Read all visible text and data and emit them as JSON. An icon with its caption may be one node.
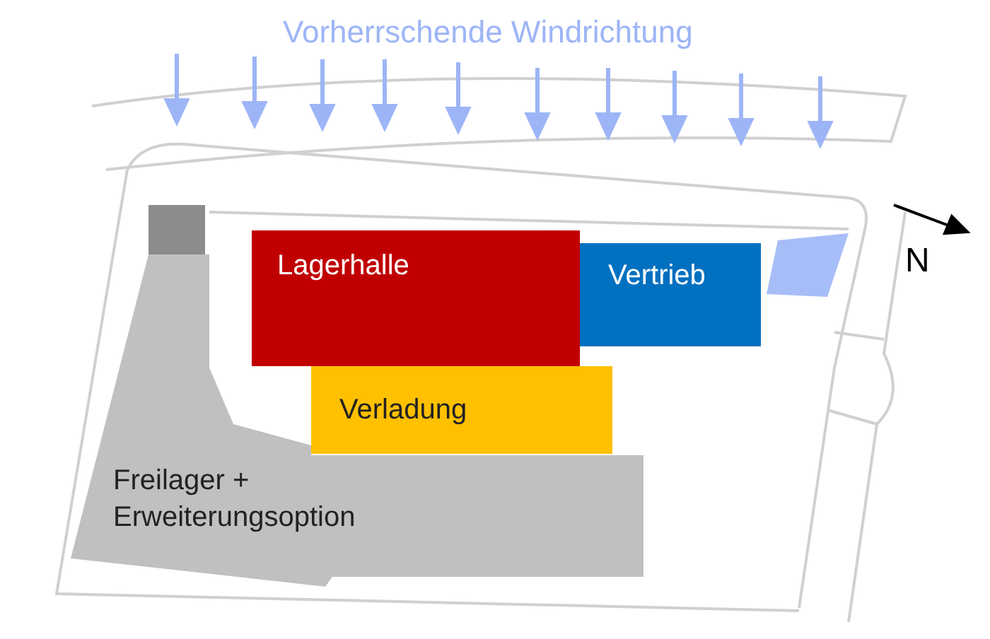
{
  "diagram": {
    "nodes": [
      {
        "text": [
          "Lagerhalle"
        ]
      },
      {
        "text": [
          "Vertrieb"
        ]
      },
      {
        "text": [
          "Verladung"
        ]
      },
      {
        "text": [
          "Freilager + Erweiterungsoption"
        ]
      }
    ],
    "labels": [
      "Vorherrschende Windrichtung",
      "N"
    ]
  }
}
